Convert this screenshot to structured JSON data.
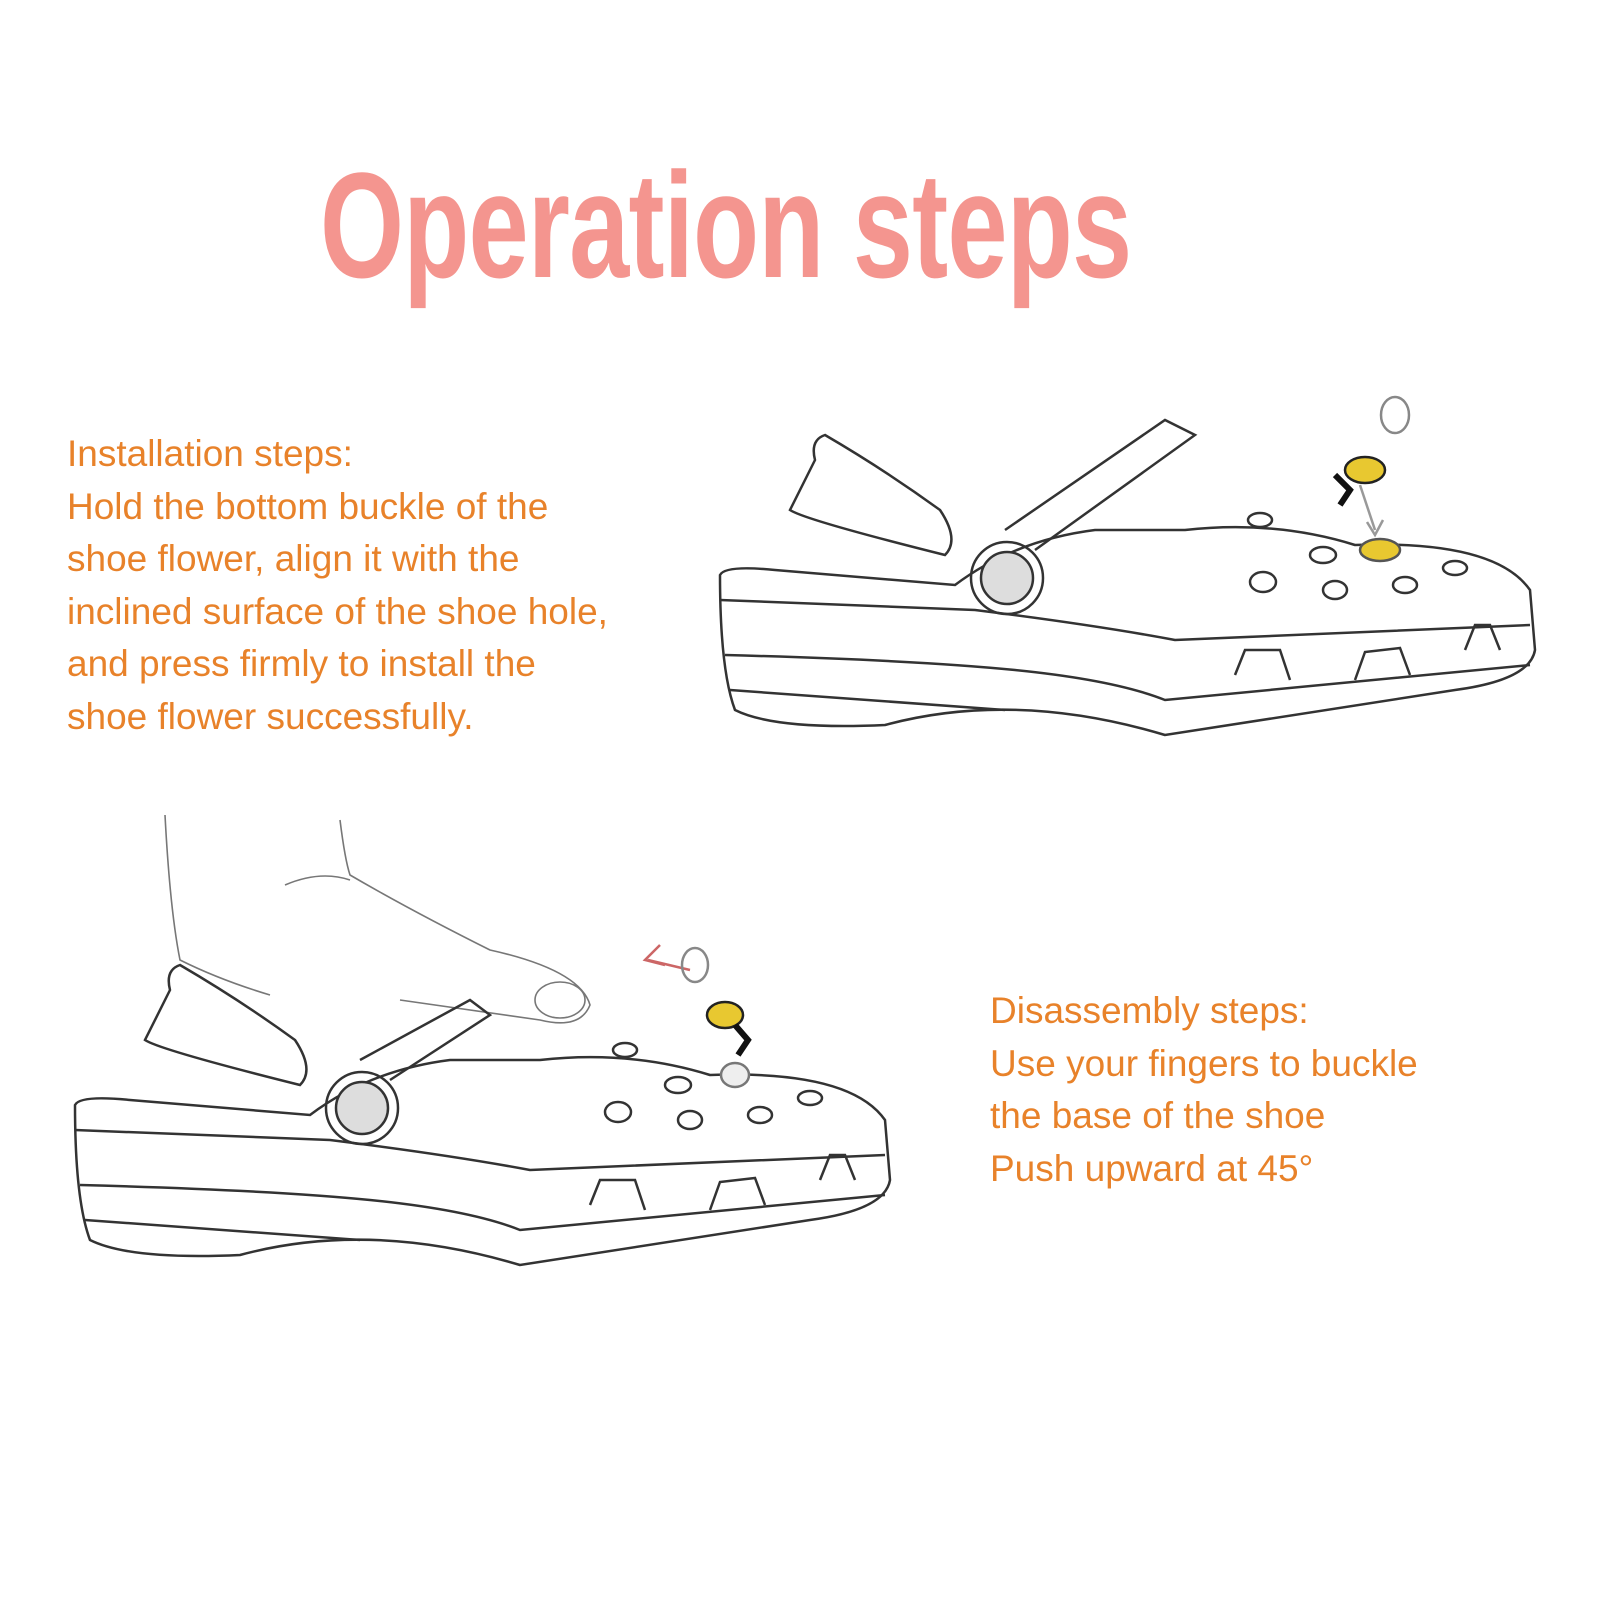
{
  "title": "Operation steps",
  "installation": {
    "heading": "Installation steps:",
    "lines": [
      "Hold the bottom buckle of the",
      "shoe flower, align it with the",
      "inclined surface of the shoe hole,",
      "and press firmly to install the",
      "shoe flower successfully."
    ]
  },
  "disassembly": {
    "heading": "Disassembly steps:",
    "lines": [
      "Use your fingers to buckle",
      "the base of the shoe",
      "Push upward at 45°"
    ]
  },
  "colors": {
    "title": "#F4958F",
    "text": "#E8822A",
    "charm": "#E8C830"
  }
}
